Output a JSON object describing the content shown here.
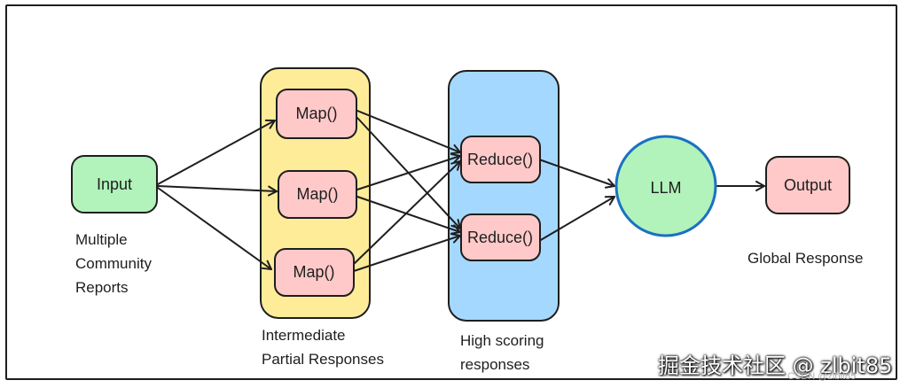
{
  "nodes": {
    "input": "Input",
    "map_1": "Map()",
    "map_2": "Map()",
    "map_3": "Map()",
    "reduce_1": "Reduce()",
    "reduce_2": "Reduce()",
    "llm": "LLM",
    "output": "Output"
  },
  "captions": {
    "input_caption": [
      "Multiple",
      "Community",
      "Reports"
    ],
    "map_group_caption": [
      "Intermediate",
      "Partial Responses"
    ],
    "reduce_group_caption": [
      "High scoring",
      "responses"
    ],
    "output_caption": [
      "Global Response"
    ]
  },
  "watermark": {
    "main": "掘金技术社区 @ zlbit85",
    "sub": "CSDN @zlbit85"
  },
  "colors": {
    "input_fill": "#b2f2bb",
    "map_fill": "#ffc9c9",
    "map_group_fill": "#ffec99",
    "reduce_group_fill": "#a5d8ff",
    "llm_fill": "#b2f2bb",
    "llm_stroke": "#1971c2",
    "stroke": "#1e1e1e"
  }
}
